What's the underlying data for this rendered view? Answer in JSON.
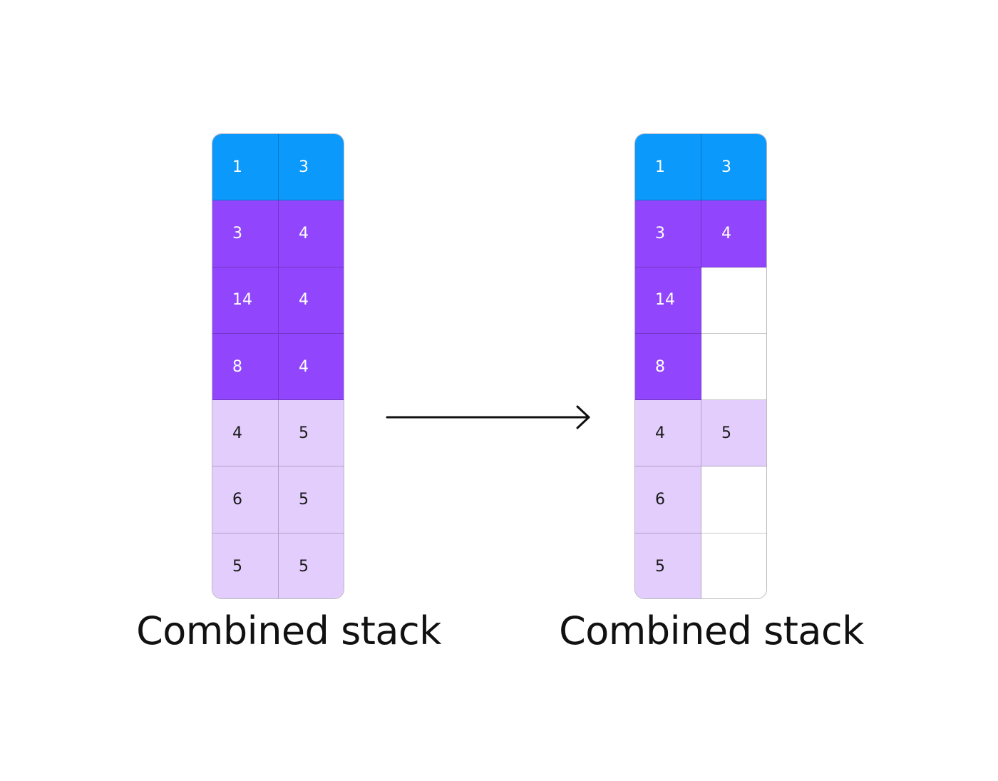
{
  "stacks": [
    {
      "id": "left",
      "caption": "Combined stack",
      "rows": [
        {
          "cells": [
            "1",
            "3"
          ],
          "kinds": [
            "blue",
            "blue"
          ]
        },
        {
          "cells": [
            "3",
            "4"
          ],
          "kinds": [
            "purple",
            "purple"
          ]
        },
        {
          "cells": [
            "14",
            "4"
          ],
          "kinds": [
            "purple",
            "purple"
          ]
        },
        {
          "cells": [
            "8",
            "4"
          ],
          "kinds": [
            "purple",
            "purple"
          ]
        },
        {
          "cells": [
            "4",
            "5"
          ],
          "kinds": [
            "lavender",
            "lavender"
          ]
        },
        {
          "cells": [
            "6",
            "5"
          ],
          "kinds": [
            "lavender",
            "lavender"
          ]
        },
        {
          "cells": [
            "5",
            "5"
          ],
          "kinds": [
            "lavender",
            "lavender"
          ]
        }
      ]
    },
    {
      "id": "right",
      "caption": "Combined stack",
      "rows": [
        {
          "cells": [
            "1",
            "3"
          ],
          "kinds": [
            "blue",
            "blue"
          ]
        },
        {
          "cells": [
            "3",
            "4"
          ],
          "kinds": [
            "purple",
            "purple"
          ]
        },
        {
          "cells": [
            "14",
            ""
          ],
          "kinds": [
            "purple",
            "empty"
          ]
        },
        {
          "cells": [
            "8",
            ""
          ],
          "kinds": [
            "purple",
            "empty"
          ]
        },
        {
          "cells": [
            "4",
            "5"
          ],
          "kinds": [
            "lavender",
            "lavender"
          ]
        },
        {
          "cells": [
            "6",
            ""
          ],
          "kinds": [
            "lavender",
            "empty"
          ]
        },
        {
          "cells": [
            "5",
            ""
          ],
          "kinds": [
            "lavender",
            "empty"
          ]
        }
      ]
    }
  ],
  "colors": {
    "blue": "#0b99fb",
    "purple": "#9146fd",
    "lavender": "#e3cdfd",
    "empty": "#ffffff",
    "arrow": "#111111"
  },
  "arrow": {
    "icon": "arrow-right-icon"
  }
}
